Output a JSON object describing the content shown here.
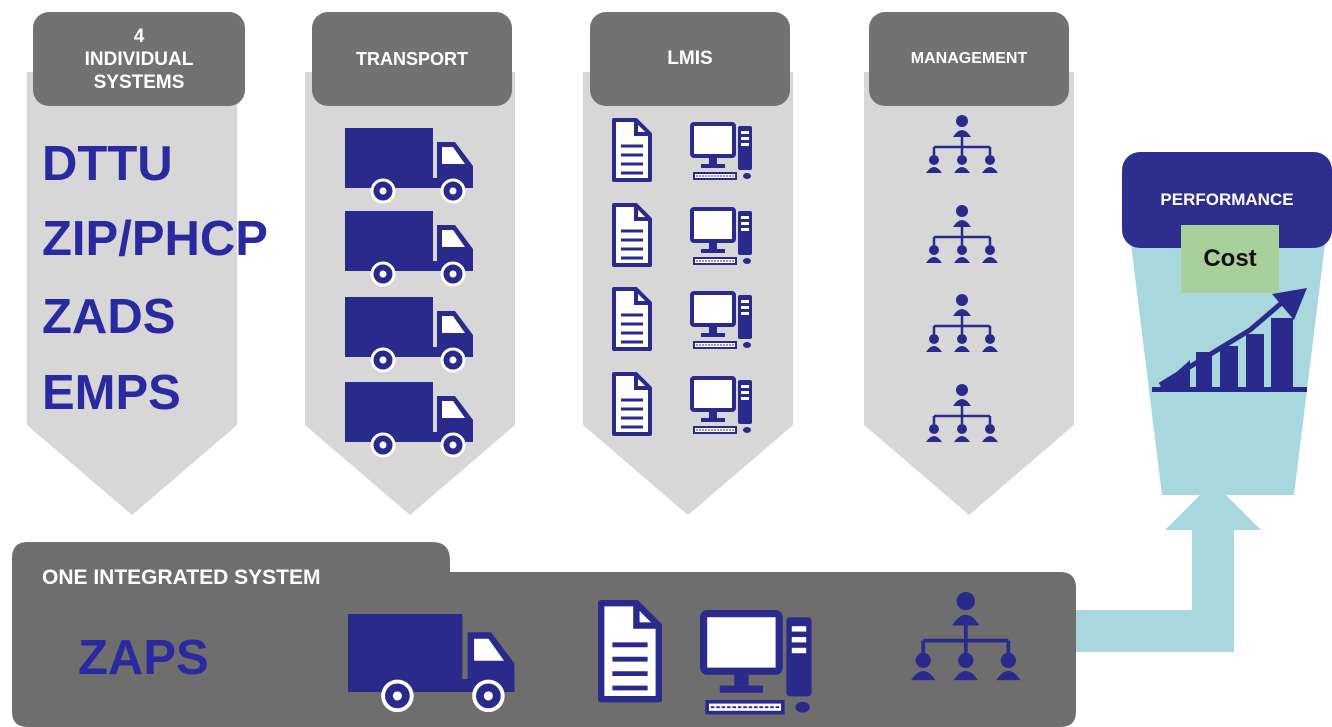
{
  "columns": [
    {
      "header_line1": "4",
      "header_line2": "INDIVIDUAL",
      "header_line3": "SYSTEMS"
    },
    {
      "header": "TRANSPORT"
    },
    {
      "header": "LMIS"
    },
    {
      "header": "MANAGEMENT"
    }
  ],
  "systems": [
    "DTTU",
    "ZIP/PHCP",
    "ZADS",
    "EMPS"
  ],
  "integrated": {
    "label": "ONE INTEGRATED SYSTEM",
    "name": "ZAPS"
  },
  "performance": {
    "label": "PERFORMANCE",
    "cost_label": "Cost"
  },
  "colors": {
    "header_gray": "#727272",
    "column_gray": "#d7d7d7",
    "icon_navy": "#2a2a8c",
    "system_text": "#2a2aa0",
    "teal": "#a8d7de",
    "cost_green": "#a9cf9b"
  },
  "icons": [
    "truck-icon",
    "document-icon",
    "computer-icon",
    "org-chart-icon",
    "growth-chart-icon"
  ]
}
